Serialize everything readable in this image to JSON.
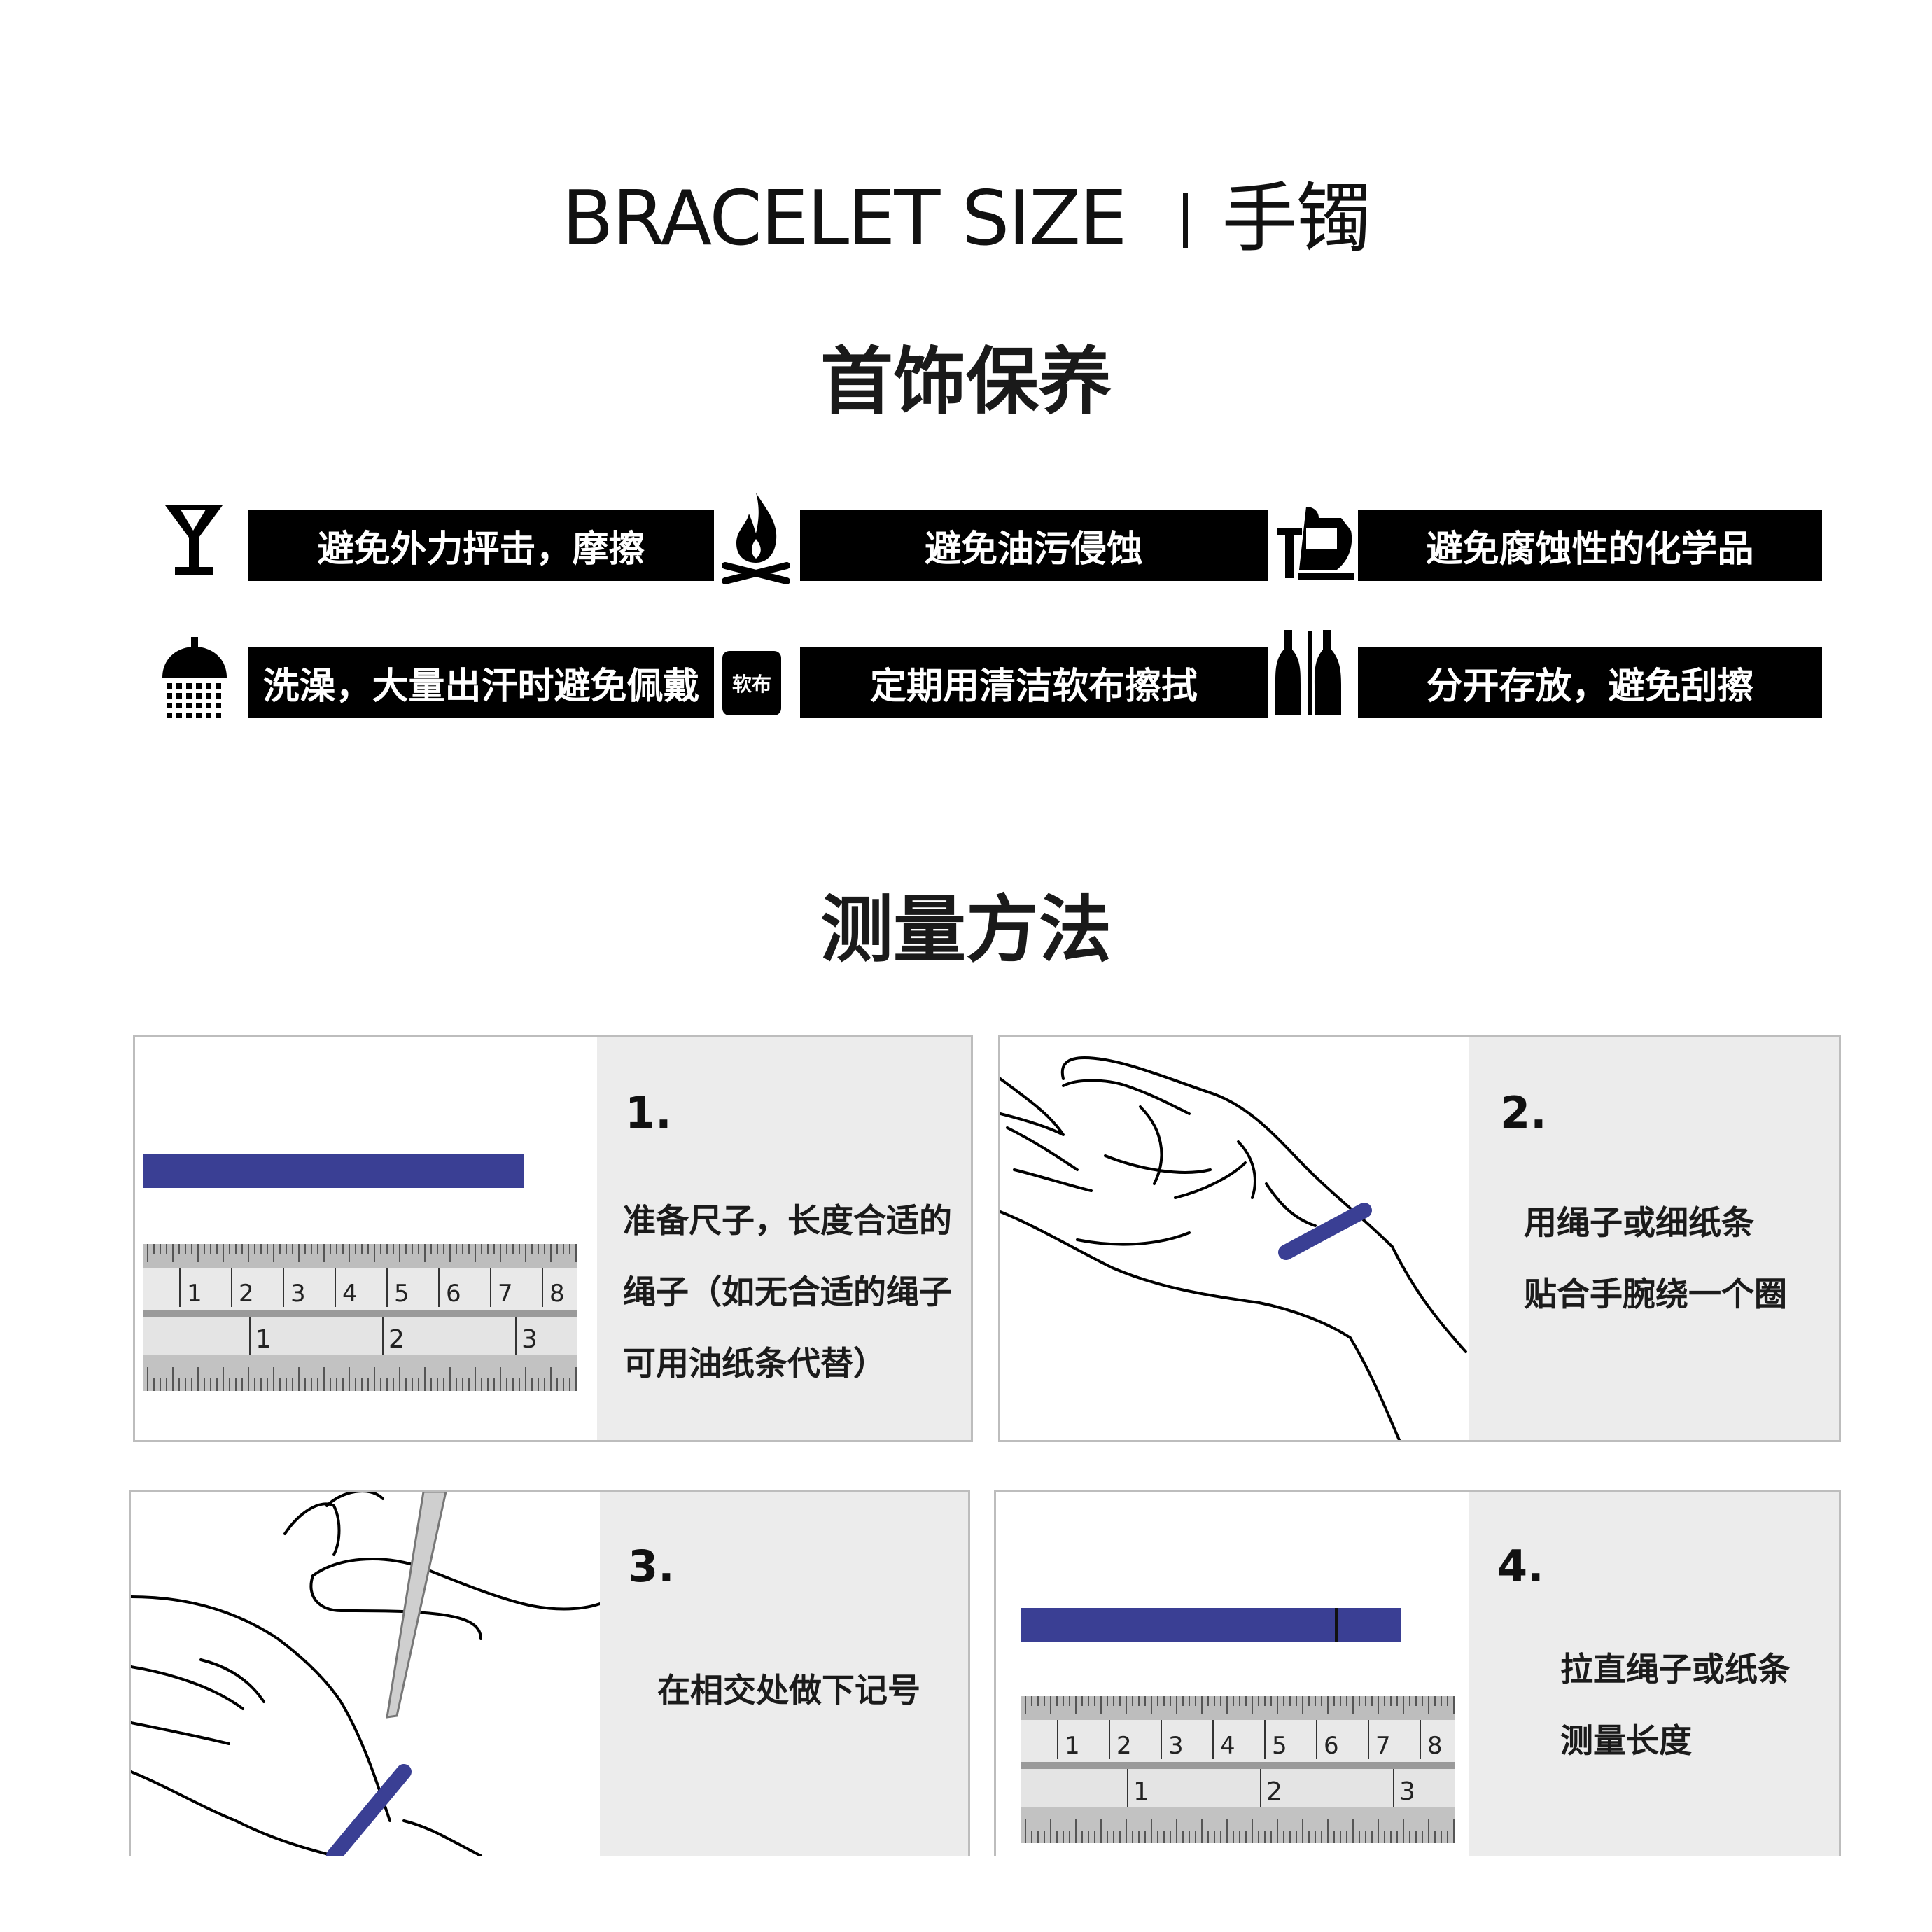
{
  "header": {
    "title_en": "BRACELET SIZE",
    "title_cn": "手镯"
  },
  "care": {
    "heading": "首饰保养",
    "items": [
      {
        "icon": "cocktail-glass-icon",
        "label": "避免外力抨击，摩擦"
      },
      {
        "icon": "campfire-icon",
        "label": "避免油污侵蚀"
      },
      {
        "icon": "chemical-flask-icon",
        "label": "避免腐蚀性的化学品"
      },
      {
        "icon": "shower-icon",
        "label": "洗澡，大量出汗时避免佩戴"
      },
      {
        "icon": "soft-cloth-icon",
        "icon_text": "软布",
        "label": "定期用清洁软布擦拭"
      },
      {
        "icon": "bottles-icon",
        "label": "分开存放，避免刮擦"
      }
    ]
  },
  "measure": {
    "heading": "测量方法",
    "steps": [
      {
        "num": "1.",
        "lines": [
          "准备尺子，长度合适的",
          "绳子（如无合适的绳子",
          "可用油纸条代替）"
        ]
      },
      {
        "num": "2.",
        "lines": [
          "用绳子或细纸条",
          "贴合手腕绕一个圈"
        ]
      },
      {
        "num": "3.",
        "lines": [
          "在相交处做下记号"
        ]
      },
      {
        "num": "4.",
        "lines": [
          "拉直绳子或纸条",
          "测量长度"
        ]
      }
    ],
    "ruler": {
      "top_marks": [
        "1",
        "2",
        "3",
        "4",
        "5",
        "6",
        "7",
        "8"
      ],
      "bottom_marks": [
        "1",
        "2",
        "3"
      ]
    },
    "band_color": "#3a3f94"
  }
}
